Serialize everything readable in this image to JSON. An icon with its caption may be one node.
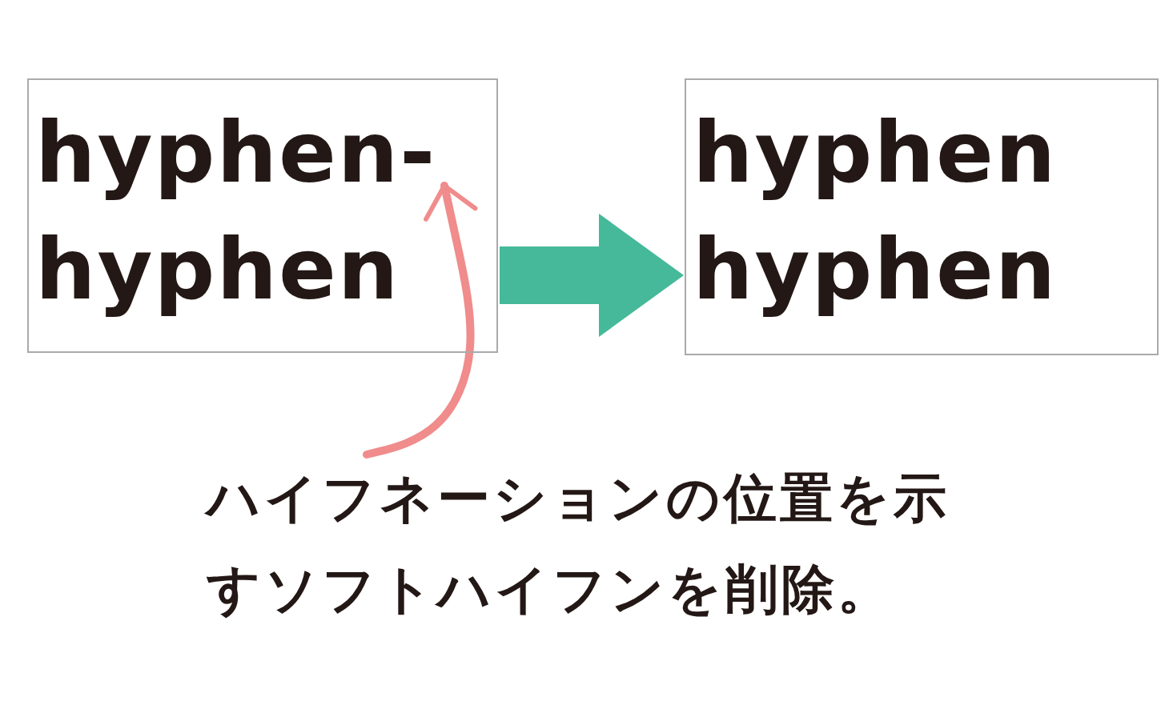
{
  "diagram": {
    "nodes": [
      {
        "text": [
          "hyphen- hyphen"
        ]
      },
      {
        "text": [
          "hyphen hyphen"
        ]
      },
      {
        "text": [
          "ハイフネーションの位置を示すソフトハイフンを削除。"
        ]
      }
    ],
    "edges": [
      {
        "from": 0,
        "to": 1,
        "arrow": "to",
        "style": "thick",
        "color": "#45b99a"
      },
      {
        "from": 2,
        "to": 0,
        "arrow": "to",
        "color": "#f08c8c"
      }
    ]
  }
}
